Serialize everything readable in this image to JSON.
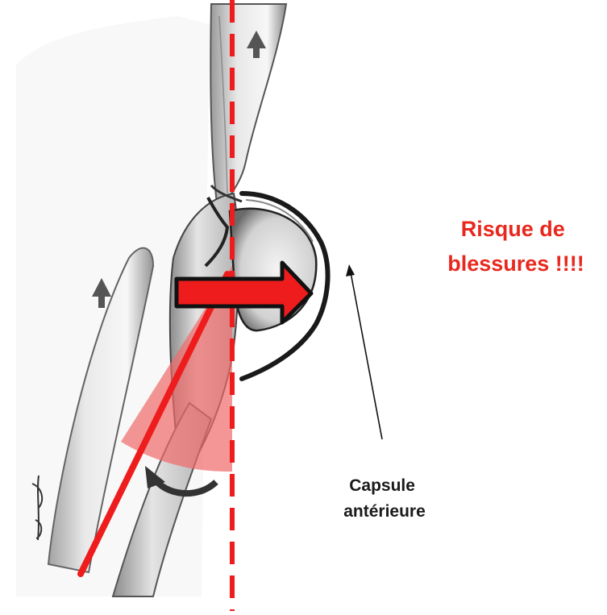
{
  "warning": {
    "line1": "Risque de",
    "line2": "blessures !!!!",
    "color": "#e8281e"
  },
  "capsule_label": {
    "line1": "Capsule",
    "line2": "antérieure",
    "color": "#1a1a1a"
  },
  "colors": {
    "vertical_axis": "#ee1c1c",
    "femur_line": "#ee1c1c",
    "angle_sector": "#f06a6a",
    "force_arrow_fill": "#ee1c1c",
    "force_arrow_outline": "#111111",
    "illustration_ink": "#2a2a2a"
  },
  "icons": [
    "up-arrow-icon",
    "force-arrow-icon",
    "curved-arrow-icon",
    "artist-signature"
  ]
}
